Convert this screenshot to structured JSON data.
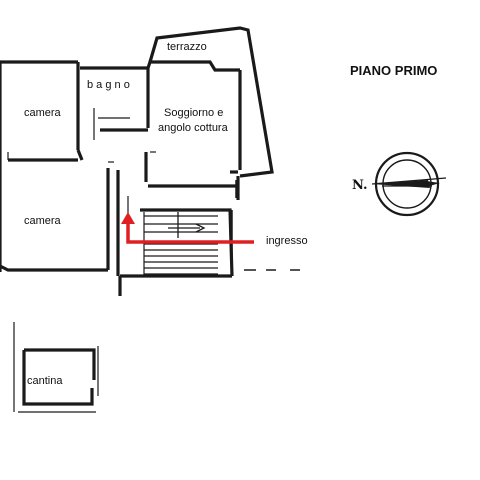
{
  "title": "PIANO PRIMO",
  "north_label": "N.",
  "rooms": {
    "terrazzo": "terrazzo",
    "bagno": "b a g n o",
    "camera_top": "camera",
    "camera_bottom": "camera",
    "soggiorno_line1": "Soggiorno e",
    "soggiorno_line2": "angolo cottura",
    "cantina": "cantina"
  },
  "entrance_label": "ingresso",
  "colors": {
    "wall": "#1a1a1a",
    "entrance_arrow": "#e02020"
  }
}
